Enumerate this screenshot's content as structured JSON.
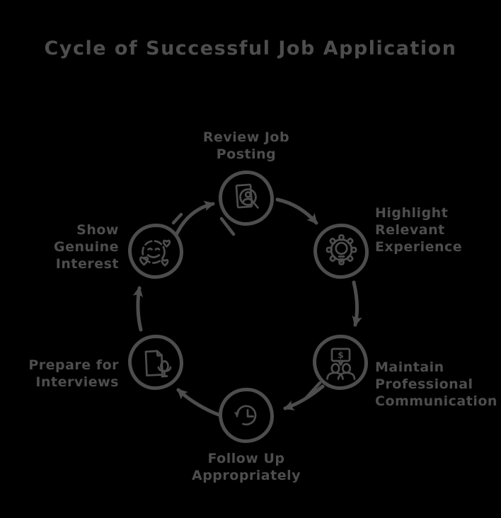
{
  "title": "Cycle of Successful Job Application",
  "colors": {
    "background": "#000000",
    "ink": "#4d4d4d"
  },
  "diagram": {
    "type": "cycle",
    "direction": "clockwise",
    "nodes": [
      {
        "label": "Review Job Posting",
        "icon": "document-search-icon",
        "position": "top"
      },
      {
        "label": "Highlight Relevant Experience",
        "icon": "gear-lightbulb-icon",
        "position": "right-upper"
      },
      {
        "label": "Maintain Professional Communication",
        "icon": "people-dollar-chat-icon",
        "icon_text": "$",
        "position": "right-lower"
      },
      {
        "label": "Follow Up Appropriately",
        "icon": "history-clock-icon",
        "position": "bottom"
      },
      {
        "label": "Prepare for Interviews",
        "icon": "document-microphone-icon",
        "position": "left-lower"
      },
      {
        "label": "Show Genuine Interest",
        "icon": "smiley-hearts-icon",
        "position": "left-upper"
      }
    ],
    "edges": [
      {
        "from": "Review Job Posting",
        "to": "Highlight Relevant Experience"
      },
      {
        "from": "Highlight Relevant Experience",
        "to": "Maintain Professional Communication"
      },
      {
        "from": "Maintain Professional Communication",
        "to": "Follow Up Appropriately"
      },
      {
        "from": "Follow Up Appropriately",
        "to": "Prepare for Interviews"
      },
      {
        "from": "Prepare for Interviews",
        "to": "Show Genuine Interest"
      },
      {
        "from": "Show Genuine Interest",
        "to": "Review Job Posting"
      }
    ]
  }
}
